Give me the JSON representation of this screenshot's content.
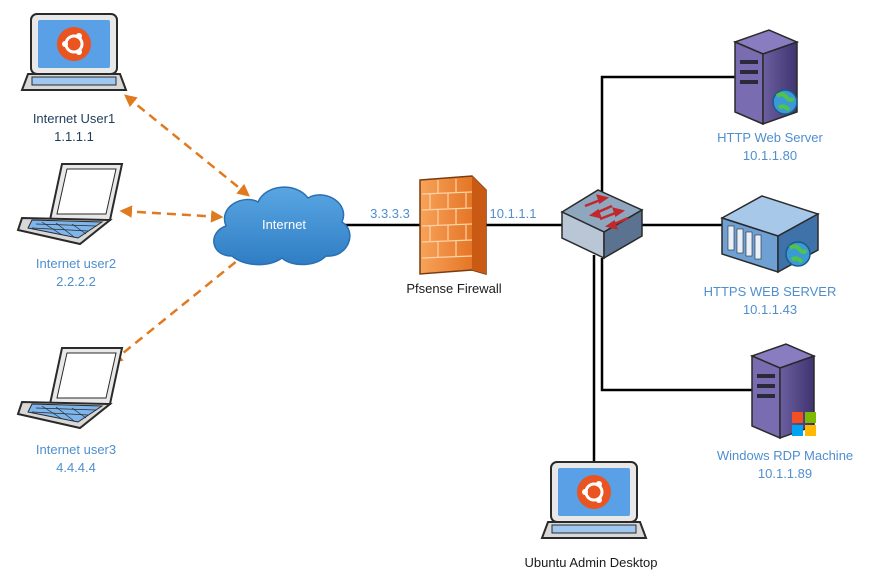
{
  "colors": {
    "link_dashed": "#e07a1f",
    "link_solid": "#000000",
    "label_blue": "#4f8fce",
    "label_dark": "#1f3d5c",
    "cloud": "#3f8fd0",
    "firewall": "#f0802a",
    "server_body": "#5b4d8c",
    "ubuntu_orange": "#e95420",
    "laptop_screen": "#5aa0e6"
  },
  "nodes": {
    "user1": {
      "name": "Internet User1",
      "ip": "1.1.1.1",
      "icon": "ubuntu-laptop-icon"
    },
    "user2": {
      "name": "Internet user2",
      "ip": "2.2.2.2",
      "icon": "laptop-icon"
    },
    "user3": {
      "name": "Internet user3",
      "ip": "4.4.4.4",
      "icon": "laptop-icon"
    },
    "internet": {
      "name": "Internet",
      "icon": "cloud-icon"
    },
    "firewall": {
      "name": "Pfsense Firewall",
      "wan_ip": "3.3.3.3",
      "lan_ip": "10.1.1.1",
      "icon": "firewall-icon"
    },
    "switch": {
      "icon": "switch-icon"
    },
    "http_server": {
      "name": "HTTP Web Server",
      "ip": "10.1.1.80",
      "icon": "web-server-icon"
    },
    "https_server": {
      "name": "HTTPS WEB SERVER",
      "ip": "10.1.1.43",
      "icon": "rack-server-icon"
    },
    "rdp_machine": {
      "name": "Windows RDP Machine",
      "ip": "10.1.1.89",
      "icon": "windows-server-icon"
    },
    "admin_desktop": {
      "name": "Ubuntu Admin Desktop",
      "icon": "ubuntu-laptop-icon"
    }
  }
}
